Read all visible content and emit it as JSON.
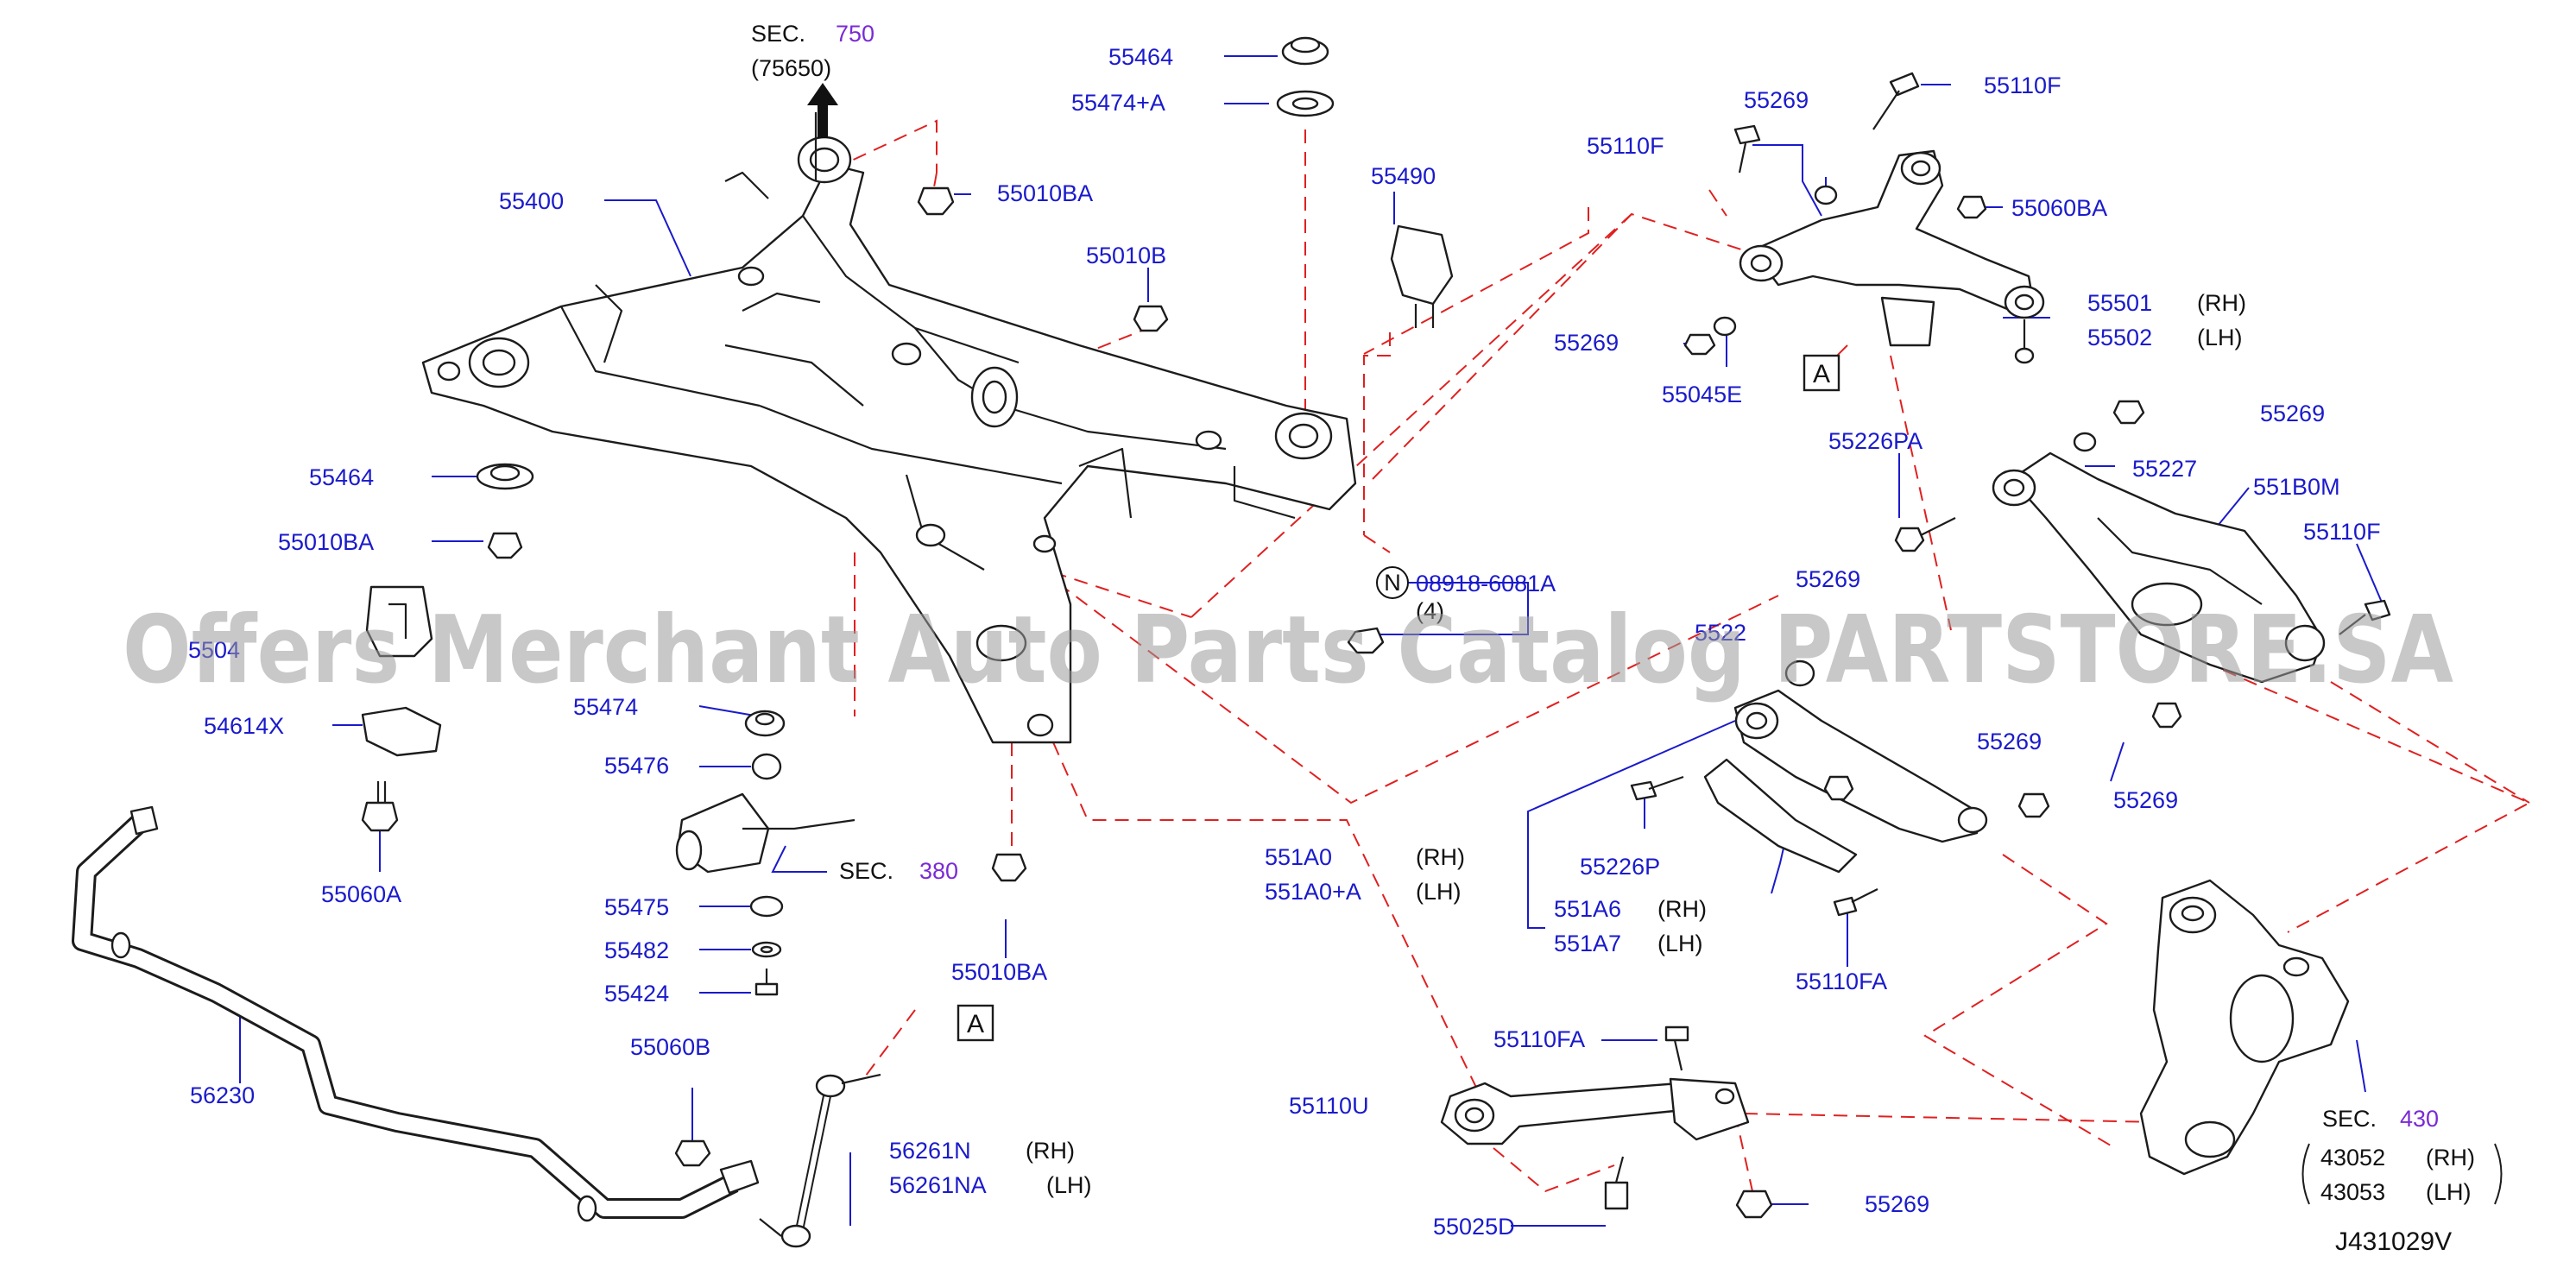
{
  "diagram": {
    "code": "J431029V",
    "watermark": "Offers Merchant Auto Parts Catalog PARTSTORE.SA",
    "colors": {
      "part_number": "#1a1acc",
      "section_ref": "#7a2ad6",
      "leader": "#1a1acc",
      "dashed": "#e02020",
      "watermark": "#9a9a9a"
    },
    "section_refs": {
      "sec750": {
        "prefix": "SEC.",
        "number": "750",
        "sub": "(75650)"
      },
      "sec380": {
        "prefix": "SEC.",
        "number": "380"
      },
      "sec430": {
        "prefix": "SEC.",
        "number": "430",
        "rh": "43052",
        "lh": "43053",
        "rh_tag": "(RH)",
        "lh_tag": "(LH)"
      }
    },
    "ref_marks": {
      "a1": "A",
      "a2": "A",
      "n": "N"
    },
    "labels": {
      "p55400": "55400",
      "p55464a": "55464",
      "p55474a": "55474+A",
      "p55010ba_top": "55010BA",
      "p55010b": "55010B",
      "p55490": "55490",
      "p55464b": "55464",
      "p55010ba_left": "55010BA",
      "p5504x": "5504",
      "p54614x": "54614X",
      "p55060a": "55060A",
      "p55474": "55474",
      "p55476": "55476",
      "p55475": "55475",
      "p55482": "55482",
      "p55424": "55424",
      "p55010ba_bot": "55010BA",
      "p08918": "08918-6081A",
      "p08918_qty": "(4)",
      "p56230": "56230",
      "p55060b": "55060B",
      "p56261n": "56261N",
      "p56261na": "56261NA",
      "p55110f_a": "55110F",
      "p55110f_b": "55110F",
      "p55269_a": "55269",
      "p55060ba": "55060BA",
      "p55269_b": "55269",
      "p55045e": "55045E",
      "p55501": "55501",
      "p55502": "55502",
      "p55226pa": "55226PA",
      "p55269_c": "55269",
      "p55227": "55227",
      "p551b0m": "551B0M",
      "p55110f_c": "55110F",
      "p55269_d": "55269",
      "p5522x": "5522",
      "p55269_e": "55269",
      "p55269_f": "55269",
      "p551a0": "551A0",
      "p551a0a": "551A0+A",
      "p55226p": "55226P",
      "p551a6": "551A6",
      "p551a7": "551A7",
      "p55110fa_a": "55110FA",
      "p55110fa_b": "55110FA",
      "p55110u": "55110U",
      "p55025d": "55025D",
      "p55269_g": "55269"
    },
    "side_tags": {
      "rh": "(RH)",
      "lh": "(LH)"
    }
  }
}
